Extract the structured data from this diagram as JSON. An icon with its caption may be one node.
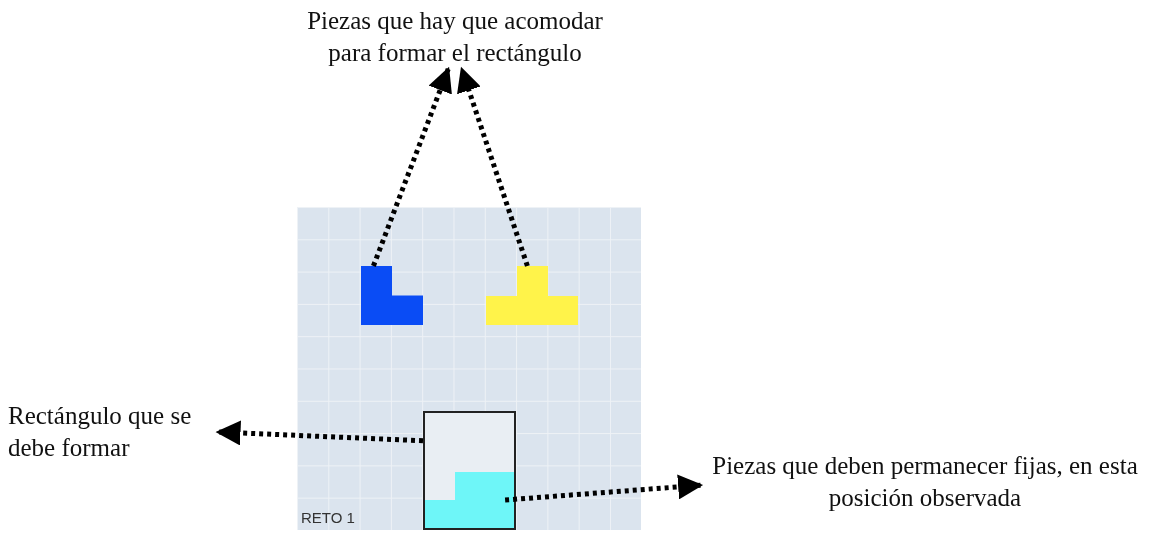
{
  "diagram": {
    "nodes": [
      {
        "text": [
          "Piezas que hay que acomodar para formar el rectángulo"
        ]
      },
      {
        "text": [
          "RETO 1"
        ]
      },
      {
        "text": [],
        "shape": "box",
        "in": 1
      },
      {
        "text": [],
        "shape": "box",
        "in": 1
      },
      {
        "text": [],
        "shape": "box",
        "in": 1
      },
      {
        "text": [],
        "shape": "box",
        "in": 4
      },
      {
        "text": [
          "Rectángulo que se debe formar"
        ]
      },
      {
        "text": [
          "Piezas que deben permanecer fijas, en esta posición observada"
        ]
      }
    ],
    "edges": [
      {
        "from": 2,
        "to": 0,
        "arrow": "to",
        "style": "dashed"
      },
      {
        "from": 3,
        "to": 0,
        "arrow": "to",
        "style": "dashed"
      },
      {
        "from": 4,
        "to": 6,
        "arrow": "to",
        "style": "dashed"
      },
      {
        "from": 5,
        "to": 7,
        "arrow": "to",
        "style": "dashed"
      }
    ]
  }
}
